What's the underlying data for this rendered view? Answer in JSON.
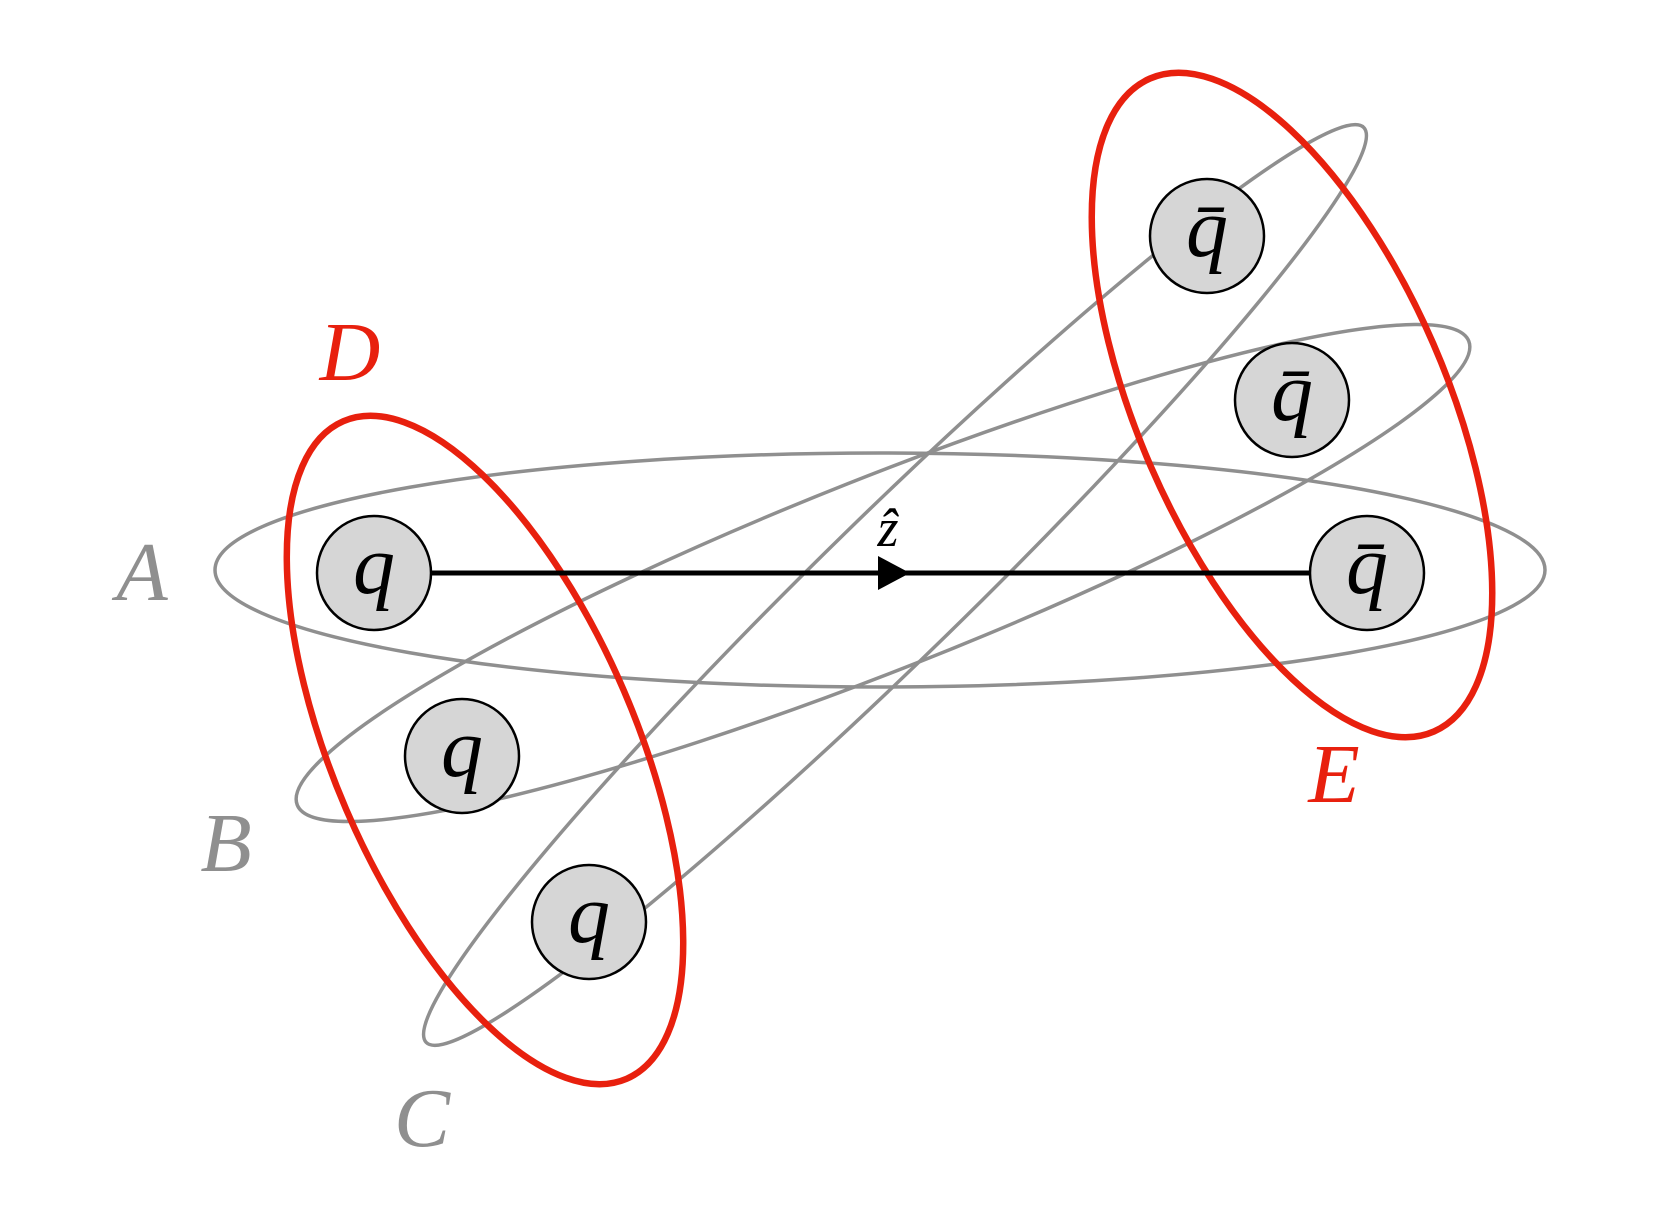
{
  "colors": {
    "gray_loop": "#8f8f8f",
    "red_loop": "#e8200e",
    "node_fill": "#d6d6d6",
    "node_stroke": "#000000",
    "axis": "#000000"
  },
  "loops": {
    "A": {
      "label": "A"
    },
    "B": {
      "label": "B"
    },
    "C": {
      "label": "C"
    },
    "D": {
      "label": "D"
    },
    "E": {
      "label": "E"
    }
  },
  "nodes": {
    "quarks": [
      {
        "label": "q"
      },
      {
        "label": "q"
      },
      {
        "label": "q"
      }
    ],
    "antiquarks": [
      {
        "label": "q̄"
      },
      {
        "label": "q̄"
      },
      {
        "label": "q̄"
      }
    ]
  },
  "axis": {
    "label": "ẑ"
  }
}
